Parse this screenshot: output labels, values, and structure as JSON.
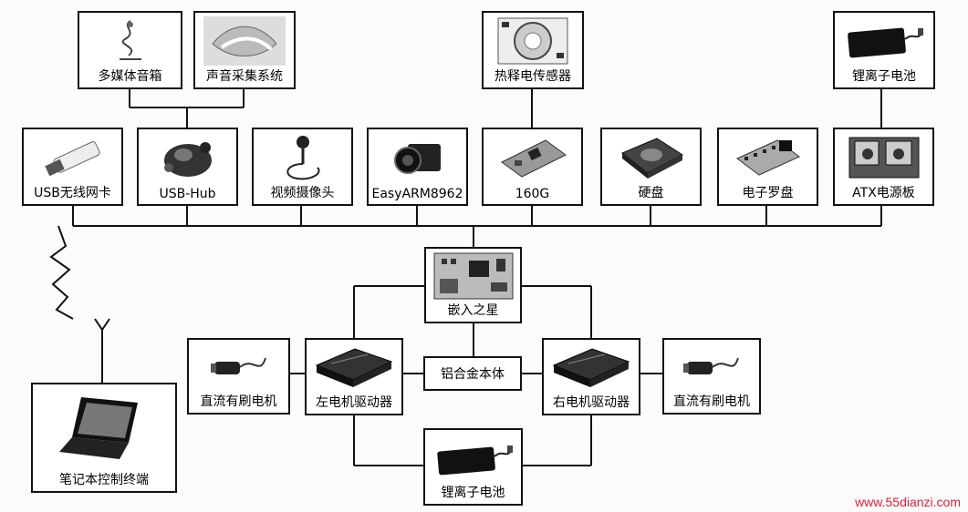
{
  "top_devices": {
    "speaker": "多媒体音箱",
    "voice_capture": "声音采集系统",
    "pir_sensor": "热释电传感器",
    "li_battery_top": "锂离子电池"
  },
  "bus_devices": {
    "usb_wifi": "USB无线网卡",
    "usb_hub": "USB-Hub",
    "camera": "视频摄像头",
    "easyarm": "EasyARM8962",
    "board_160g": "160G",
    "hard_disk": "硬盘",
    "compass": "电子罗盘",
    "atx_power": "ATX电源板"
  },
  "core": {
    "embedded_star": "嵌入之星",
    "aluminum_body": "铝合金本体",
    "left_driver": "左电机驱动器",
    "right_driver": "右电机驱动器",
    "left_motor": "直流有刷电机",
    "right_motor": "直流有刷电机",
    "li_battery_bottom": "锂离子电池",
    "laptop": "笔记本控制终端"
  },
  "watermark": "www.55dianzi.com"
}
